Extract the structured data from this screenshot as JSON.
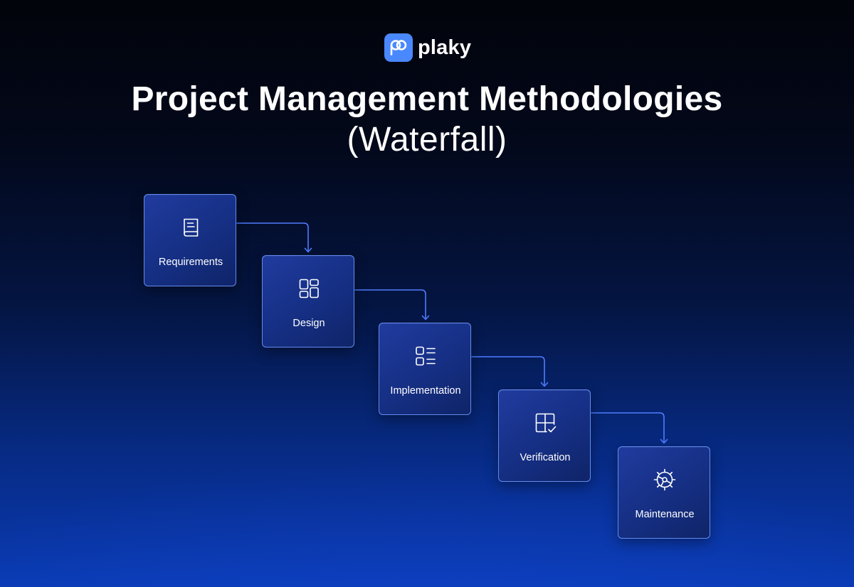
{
  "brand": {
    "name": "plaky",
    "logo_color": "#4a88ff"
  },
  "title": "Project Management Methodologies",
  "subtitle": "(Waterfall)",
  "steps": [
    {
      "label": "Requirements",
      "icon": "book-icon"
    },
    {
      "label": "Design",
      "icon": "layout-grid-icon"
    },
    {
      "label": "Implementation",
      "icon": "checklist-icon"
    },
    {
      "label": "Verification",
      "icon": "grid-check-icon"
    },
    {
      "label": "Maintenance",
      "icon": "gear-icon"
    }
  ],
  "colors": {
    "background_top": "#02040b",
    "background_bottom": "#0a3bb2",
    "box_fill": "#1a3590",
    "box_border": "#6e9bff",
    "connector": "#4f7dff"
  }
}
